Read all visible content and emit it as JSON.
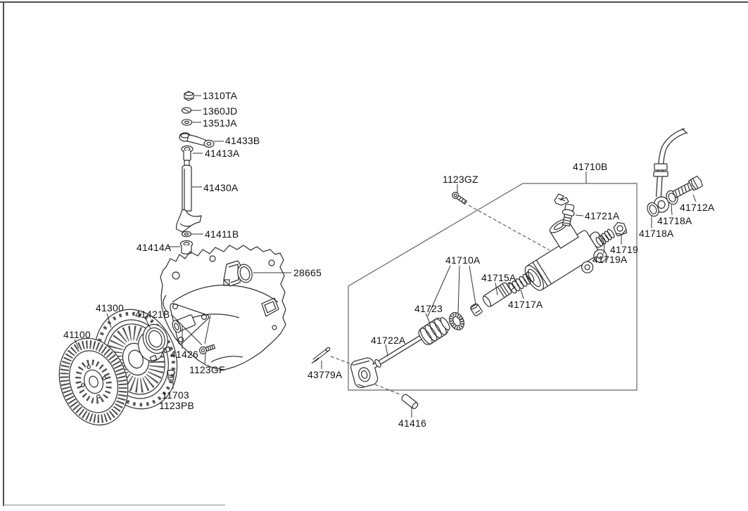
{
  "diagram": {
    "kind": "exploded-parts-diagram",
    "background_color": "#ffffff",
    "line_color": "#2e2e2e",
    "text_color": "#111111"
  },
  "labels": [
    {
      "name": "1310TA",
      "text": "1310TA"
    },
    {
      "name": "1360JD",
      "text": "1360JD"
    },
    {
      "name": "1351JA",
      "text": "1351JA"
    },
    {
      "name": "41433B",
      "text": "41433B"
    },
    {
      "name": "41413A",
      "text": "41413A"
    },
    {
      "name": "41430A",
      "text": "41430A"
    },
    {
      "name": "41411B",
      "text": "41411B"
    },
    {
      "name": "41414A",
      "text": "41414A"
    },
    {
      "name": "28665",
      "text": "28665"
    },
    {
      "name": "41300",
      "text": "41300"
    },
    {
      "name": "41421B",
      "text": "41421B"
    },
    {
      "name": "41100",
      "text": "41100"
    },
    {
      "name": "41426",
      "text": "41426"
    },
    {
      "name": "1123GF",
      "text": "1123GF"
    },
    {
      "name": "11703",
      "text": "11703"
    },
    {
      "name": "1123PB",
      "text": "1123PB"
    },
    {
      "name": "1123GZ",
      "text": "1123GZ"
    },
    {
      "name": "41710B",
      "text": "41710B"
    },
    {
      "name": "41721A",
      "text": "41721A"
    },
    {
      "name": "41712A",
      "text": "41712A"
    },
    {
      "name": "41718A-upper",
      "text": "41718A"
    },
    {
      "name": "41718A-lower",
      "text": "41718A"
    },
    {
      "name": "41719",
      "text": "41719"
    },
    {
      "name": "41719A",
      "text": "41719A"
    },
    {
      "name": "41710A",
      "text": "41710A"
    },
    {
      "name": "41715A",
      "text": "41715A"
    },
    {
      "name": "41717A",
      "text": "41717A"
    },
    {
      "name": "41723",
      "text": "41723"
    },
    {
      "name": "41722A",
      "text": "41722A"
    },
    {
      "name": "43779A",
      "text": "43779A"
    },
    {
      "name": "41416",
      "text": "41416"
    }
  ]
}
